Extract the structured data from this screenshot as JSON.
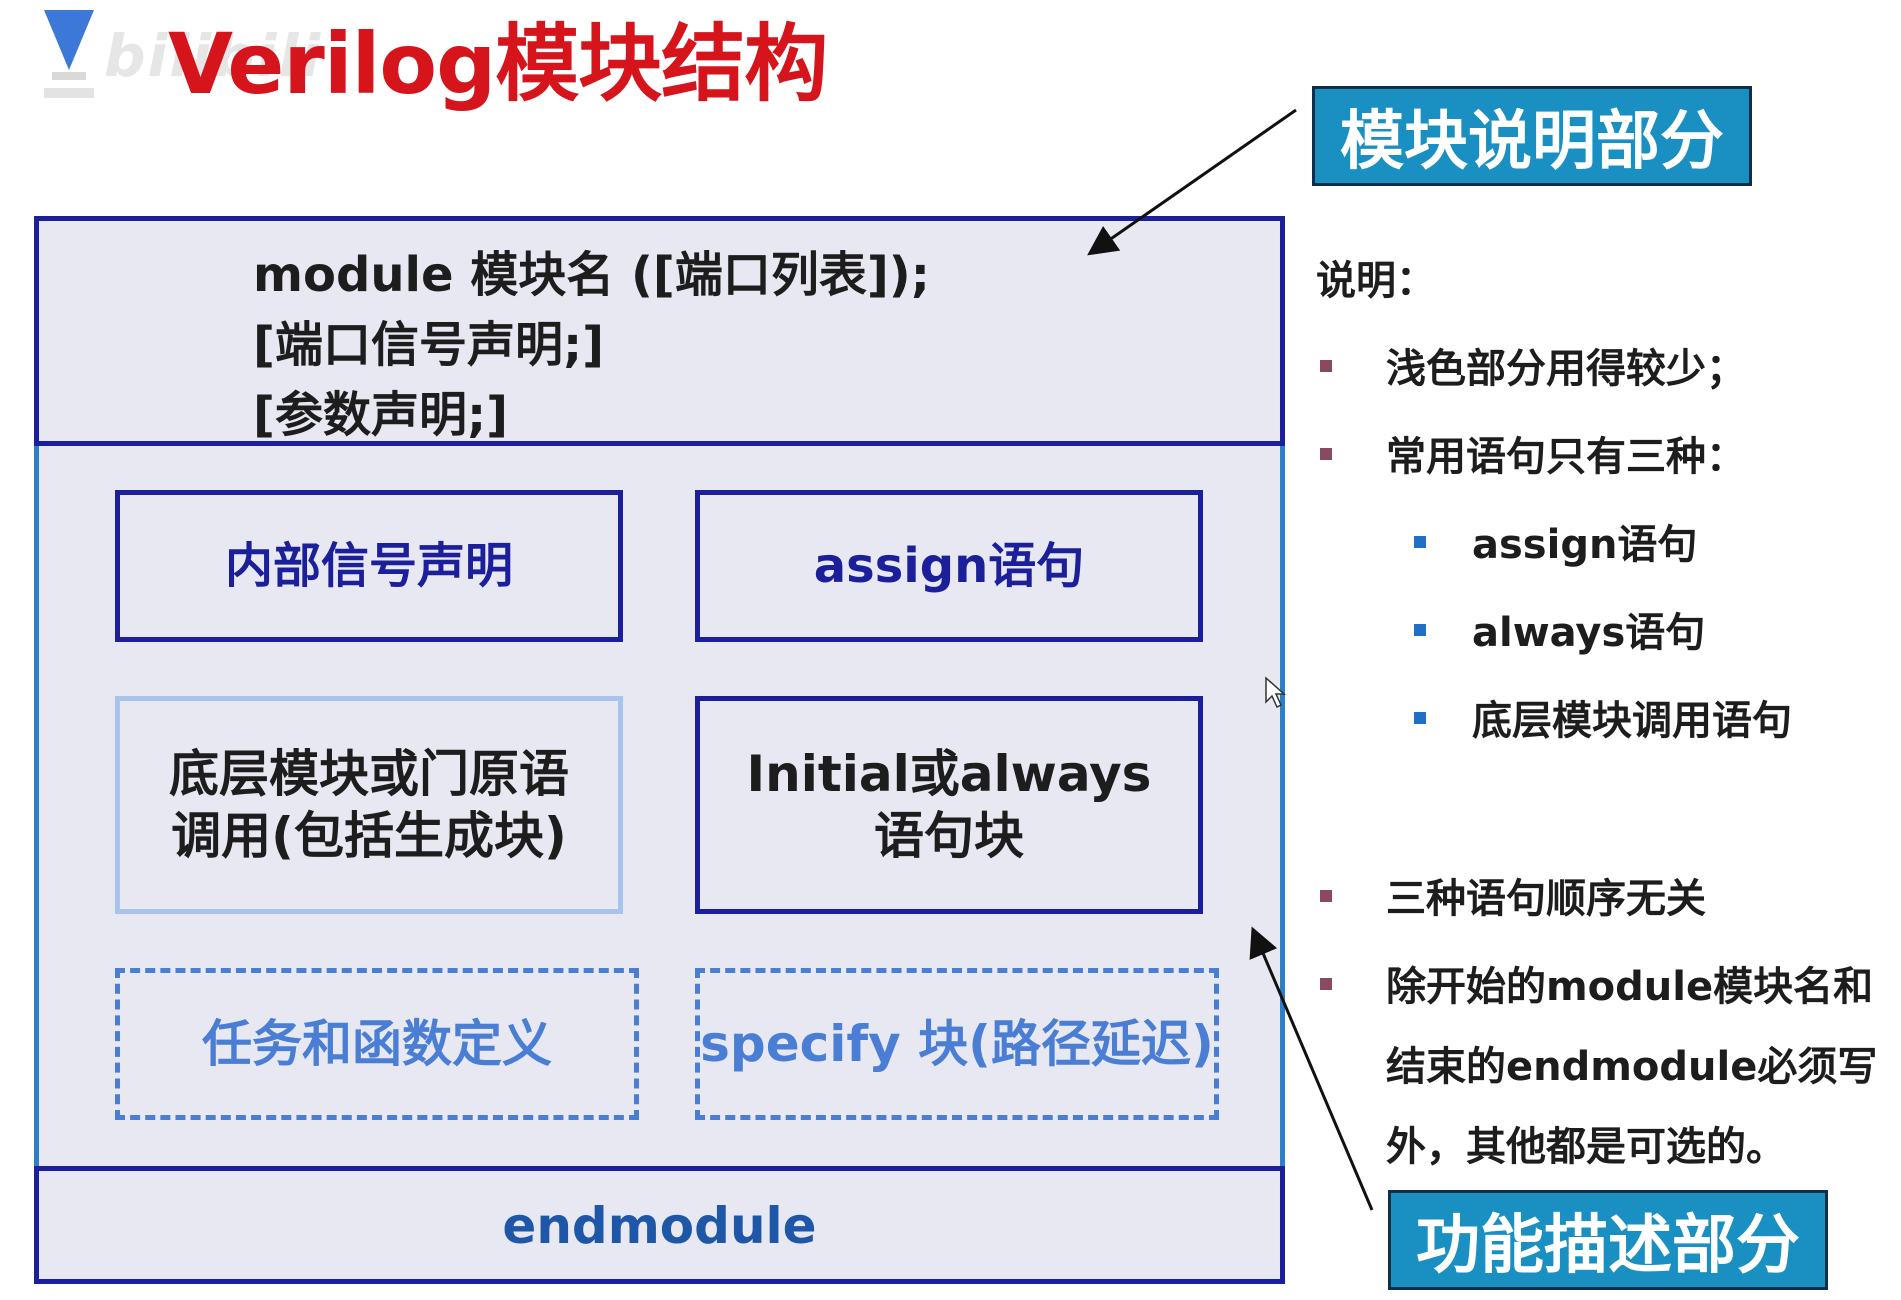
{
  "logo": {
    "text": "bilibili"
  },
  "title": "Verilog模块结构",
  "declaration": {
    "lines": [
      "module 模块名 ([端口列表]);",
      "[端口信号声明;]",
      "[参数声明;]"
    ]
  },
  "function_blocks": {
    "internal_signal": "内部信号声明",
    "assign": "assign语句",
    "instantiation_line1": "底层模块或门原语",
    "instantiation_line2": "调用(包括生成块)",
    "initial_always_line1": "Initial或always",
    "initial_always_line2": "语句块",
    "task_function": "任务和函数定义",
    "specify": "specify 块(路径延迟)"
  },
  "end_label": "endmodule",
  "callouts": {
    "declaration": "模块说明部分",
    "function": "功能描述部分"
  },
  "notes": {
    "heading": "说明：",
    "item1": "浅色部分用得较少；",
    "item2": "常用语句只有三种：",
    "sub1": "assign语句",
    "sub2": "always语句",
    "sub3": "底层模块调用语句",
    "item3": "三种语句顺序无关",
    "item4_line1": "除开始的module模块名和",
    "item4_line2": "结束的endmodule必须写",
    "item4_line3": "外，其他都是可选的。"
  },
  "colors": {
    "title": "#d6141c",
    "frame_border": "#1c1f9a",
    "frame_fill": "#e8e8f2",
    "callout_fill": "#1a8fc1",
    "dashed_text": "#4a7ed4",
    "bullet_maroon": "#8a4a5e",
    "bullet_blue": "#1f6fc6"
  }
}
